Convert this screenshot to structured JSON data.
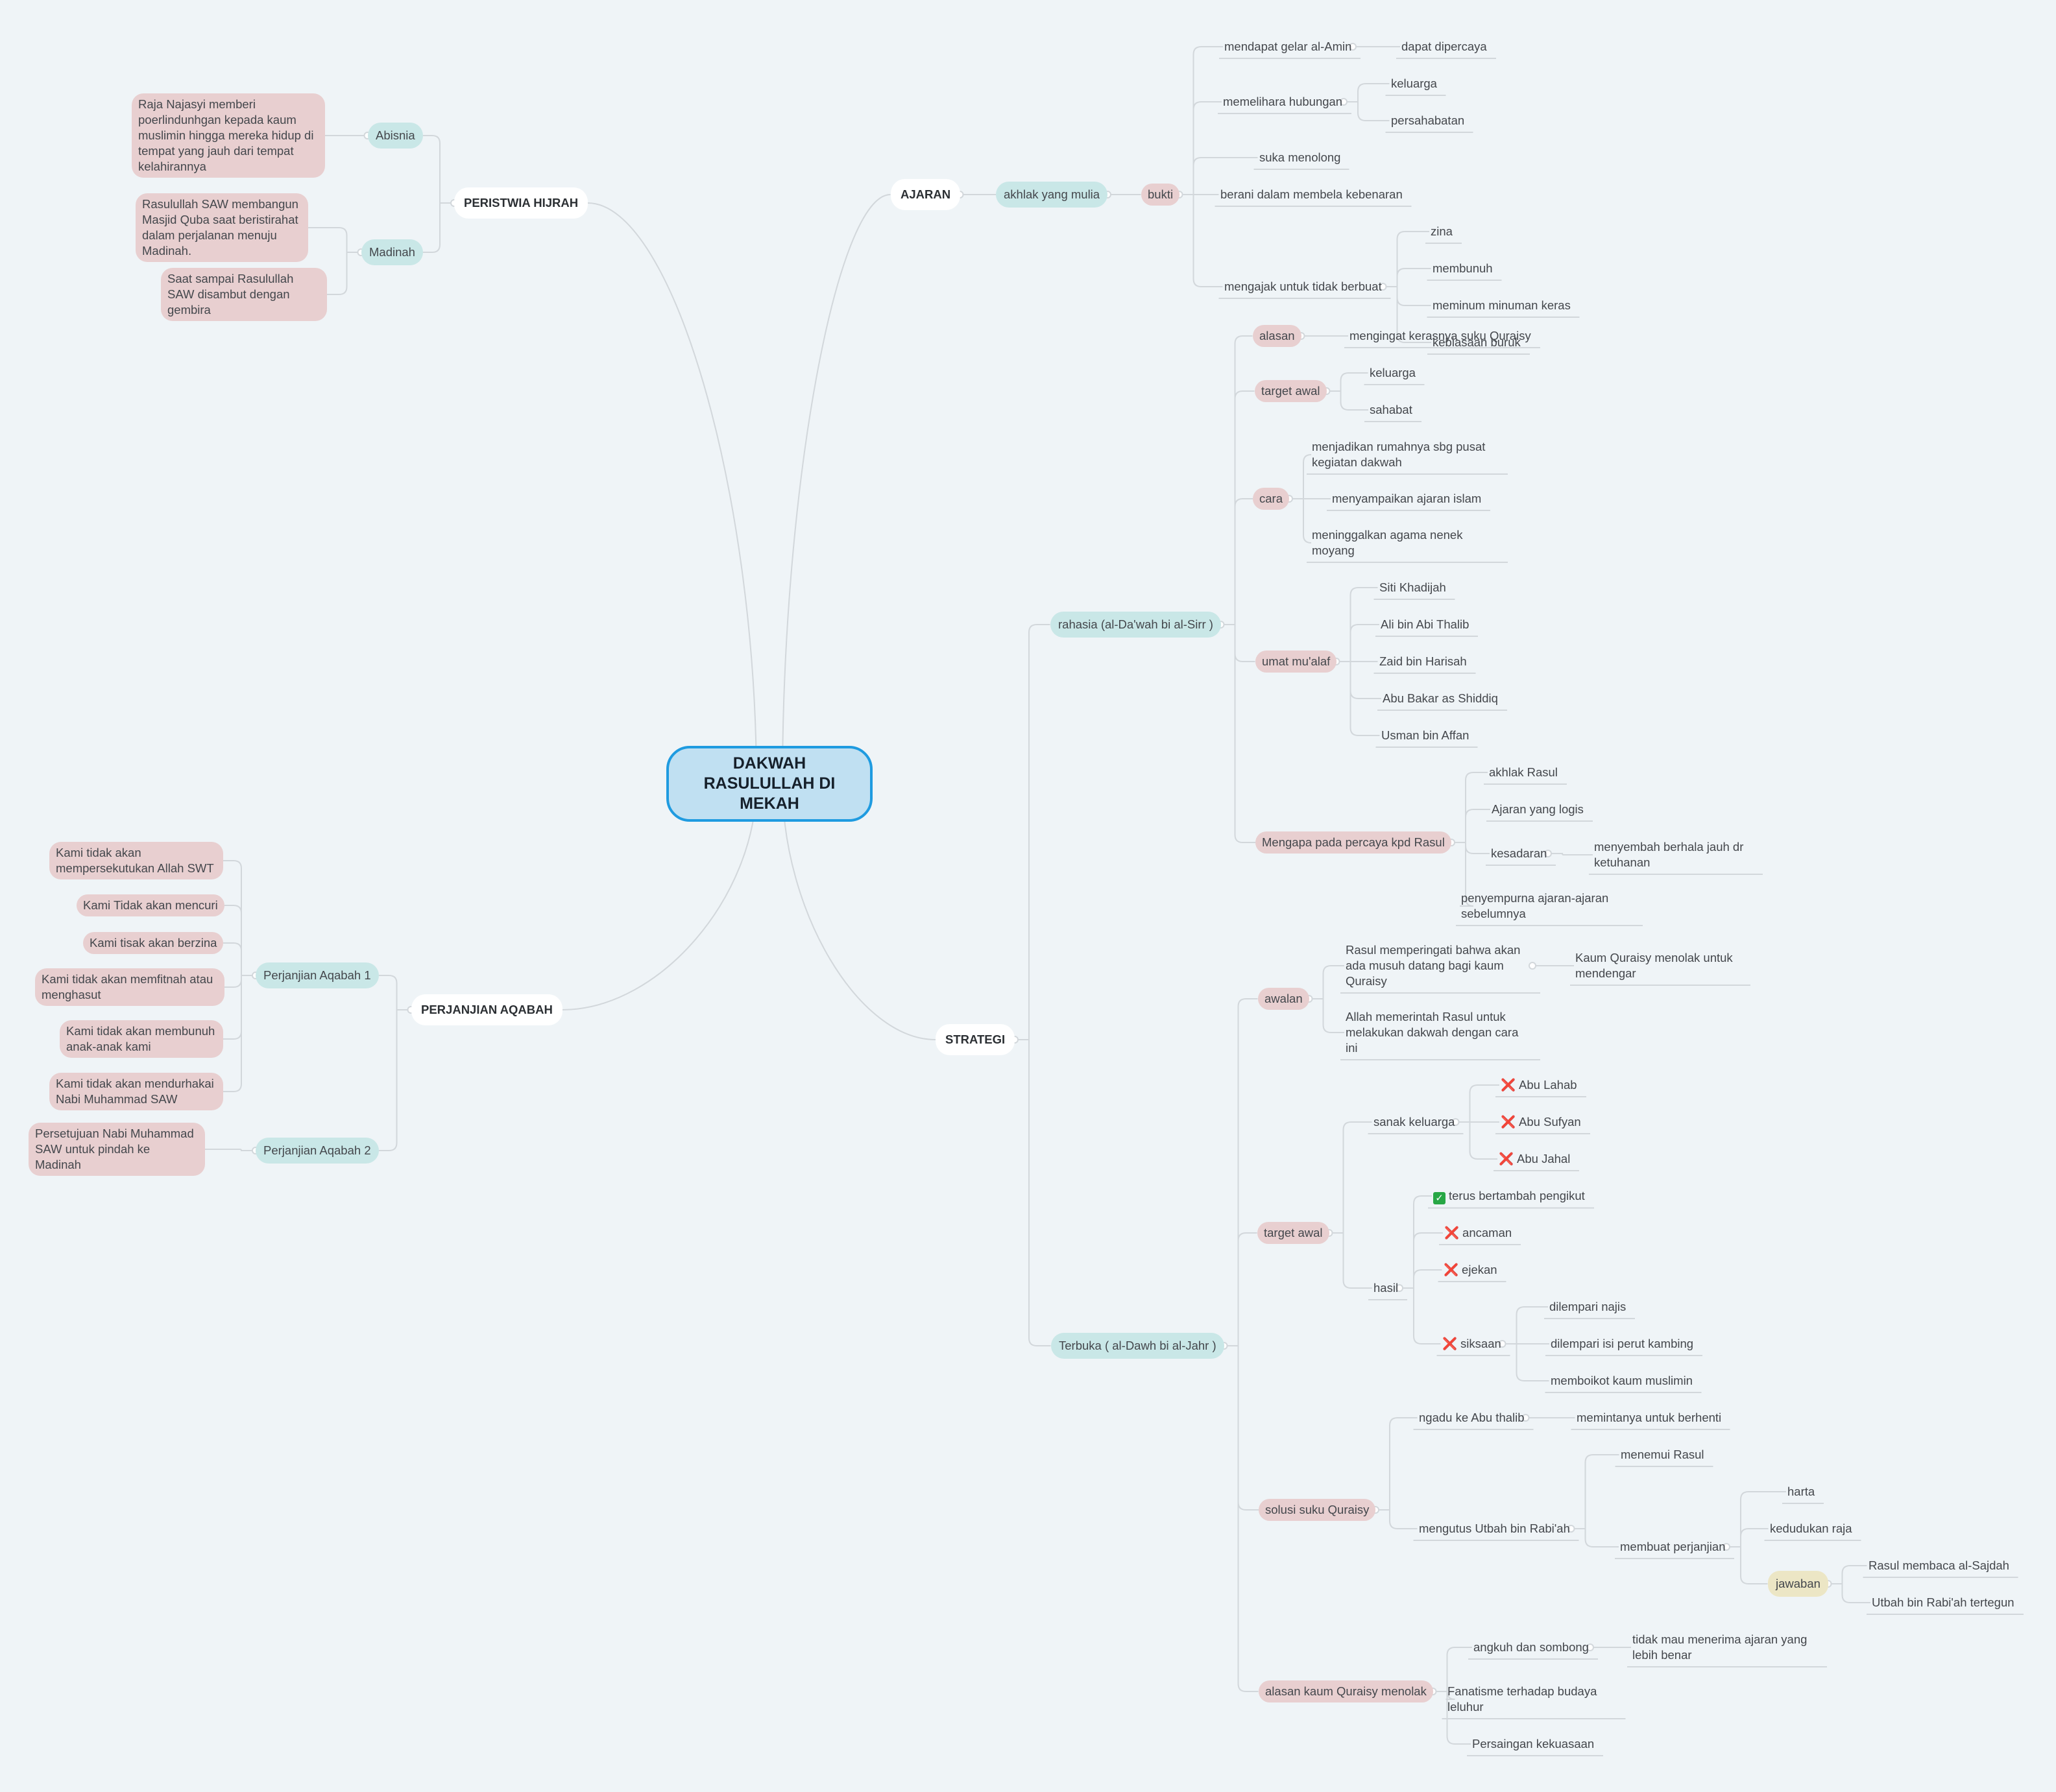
{
  "central": "DAKWAH RASULULLAH DI MEKAH",
  "colors": {
    "canvas": "#eff4f7",
    "line": "#d2d7db",
    "central_fill": "#c0e0f2",
    "central_border": "#1f9be0",
    "teal": "#c9e7e7",
    "pink": "#e8cfd0",
    "gold": "#ece6c5",
    "cross": "#d7242c",
    "check": "#27a745"
  },
  "markers": {
    "cross": "❌",
    "check": "✓"
  },
  "branches": [
    {
      "label": "PERISTWIA HIJRAH",
      "children": [
        {
          "label": "Abisnia",
          "children": [
            {
              "label": "Raja Najasyi memberi poerlindunhgan kepada kaum muslimin hingga mereka hidup di tempat yang jauh dari tempat kelahirannya"
            }
          ]
        },
        {
          "label": "Madinah",
          "children": [
            {
              "label": "Rasulullah SAW membangun Masjid Quba saat beristirahat dalam perjalanan menuju Madinah."
            },
            {
              "label": "Saat sampai Rasulullah SAW disambut dengan gembira"
            }
          ]
        }
      ]
    },
    {
      "label": "PERJANJIAN AQABAH",
      "children": [
        {
          "label": "Perjanjian Aqabah 1",
          "children": [
            {
              "label": "Kami tidak akan mempersekutukan Allah SWT"
            },
            {
              "label": "Kami Tidak akan mencuri"
            },
            {
              "label": "Kami tisak akan berzina"
            },
            {
              "label": "Kami tidak akan memfitnah atau menghasut"
            },
            {
              "label": "Kami tidak akan membunuh anak-anak kami"
            },
            {
              "label": "Kami tidak akan mendurhakai Nabi Muhammad SAW"
            }
          ]
        },
        {
          "label": "Perjanjian Aqabah 2",
          "children": [
            {
              "label": "Persetujuan Nabi Muhammad SAW untuk pindah ke Madinah"
            }
          ]
        }
      ]
    },
    {
      "label": "AJARAN",
      "children": [
        {
          "label": "akhlak yang mulia",
          "children": [
            {
              "label": "bukti",
              "children": [
                {
                  "label": "mendapat gelar al-Amin",
                  "children": [
                    {
                      "label": "dapat dipercaya"
                    }
                  ]
                },
                {
                  "label": "memelihara hubungan",
                  "children": [
                    {
                      "label": "keluarga"
                    },
                    {
                      "label": "persahabatan"
                    }
                  ]
                },
                {
                  "label": "suka menolong"
                },
                {
                  "label": "berani dalam membela kebenaran"
                },
                {
                  "label": "mengajak untuk tidak berbuat",
                  "children": [
                    {
                      "label": "zina"
                    },
                    {
                      "label": "membunuh"
                    },
                    {
                      "label": "meminum minuman keras"
                    },
                    {
                      "label": "kebiasaan buruk"
                    }
                  ]
                }
              ]
            }
          ]
        }
      ]
    },
    {
      "label": "STRATEGI",
      "children": [
        {
          "label": "rahasia (al-Da'wah bi al-Sirr )",
          "children": [
            {
              "label": "alasan",
              "children": [
                {
                  "label": "mengingat kerasnya suku Quraisy"
                }
              ]
            },
            {
              "label": "target awal",
              "children": [
                {
                  "label": "keluarga"
                },
                {
                  "label": "sahabat"
                }
              ]
            },
            {
              "label": "cara",
              "children": [
                {
                  "label": "menjadikan rumahnya sbg pusat kegiatan dakwah"
                },
                {
                  "label": "menyampaikan ajaran islam"
                },
                {
                  "label": "meninggalkan agama nenek moyang"
                }
              ]
            },
            {
              "label": "umat mu'alaf",
              "children": [
                {
                  "label": "Siti Khadijah"
                },
                {
                  "label": "Ali bin Abi Thalib"
                },
                {
                  "label": "Zaid bin Harisah"
                },
                {
                  "label": "Abu Bakar as Shiddiq"
                },
                {
                  "label": "Usman bin Affan"
                }
              ]
            },
            {
              "label": "Mengapa pada percaya kpd Rasul",
              "children": [
                {
                  "label": "akhlak Rasul"
                },
                {
                  "label": "Ajaran yang logis"
                },
                {
                  "label": "kesadaran",
                  "children": [
                    {
                      "label": "menyembah berhala jauh dr ketuhanan"
                    }
                  ]
                },
                {
                  "label": "penyempurna ajaran-ajaran sebelumnya"
                }
              ]
            }
          ]
        },
        {
          "label": "Terbuka ( al-Dawh bi al-Jahr )",
          "children": [
            {
              "label": "awalan",
              "children": [
                {
                  "label": "Rasul memperingati bahwa akan ada musuh datang bagi kaum Quraisy",
                  "children": [
                    {
                      "label": "Kaum Quraisy menolak untuk mendengar"
                    }
                  ]
                },
                {
                  "label": "Allah memerintah Rasul untuk melakukan dakwah dengan cara ini"
                }
              ]
            },
            {
              "label": "target awal",
              "children": [
                {
                  "label": "sanak keluarga",
                  "children": [
                    {
                      "label": "Abu Lahab",
                      "marker": "cross"
                    },
                    {
                      "label": "Abu Sufyan",
                      "marker": "cross"
                    },
                    {
                      "label": "Abu Jahal",
                      "marker": "cross"
                    }
                  ]
                },
                {
                  "label": "hasil",
                  "children": [
                    {
                      "label": "terus bertambah pengikut",
                      "marker": "check"
                    },
                    {
                      "label": "ancaman",
                      "marker": "cross"
                    },
                    {
                      "label": "ejekan",
                      "marker": "cross"
                    },
                    {
                      "label": "siksaan",
                      "marker": "cross",
                      "children": [
                        {
                          "label": "dilempari najis"
                        },
                        {
                          "label": "dilempari isi perut kambing"
                        },
                        {
                          "label": "memboikot kaum muslimin"
                        }
                      ]
                    }
                  ]
                }
              ]
            },
            {
              "label": "solusi suku Quraisy",
              "children": [
                {
                  "label": "ngadu ke Abu thalib",
                  "children": [
                    {
                      "label": "memintanya untuk berhenti"
                    }
                  ]
                },
                {
                  "label": "mengutus Utbah bin Rabi'ah",
                  "children": [
                    {
                      "label": "menemui Rasul"
                    },
                    {
                      "label": "membuat perjanjian",
                      "children": [
                        {
                          "label": "harta"
                        },
                        {
                          "label": "kedudukan raja"
                        },
                        {
                          "label": "jawaban",
                          "children": [
                            {
                              "label": "Rasul membaca al-Sajdah"
                            },
                            {
                              "label": "Utbah bin Rabi'ah tertegun"
                            }
                          ]
                        }
                      ]
                    }
                  ]
                }
              ]
            },
            {
              "label": "alasan kaum Quraisy menolak",
              "children": [
                {
                  "label": "angkuh dan sombong",
                  "children": [
                    {
                      "label": "tidak mau menerima ajaran yang lebih benar"
                    }
                  ]
                },
                {
                  "label": "Fanatisme terhadap budaya leluhur"
                },
                {
                  "label": "Persaingan kekuasaan"
                }
              ]
            }
          ]
        }
      ]
    }
  ]
}
